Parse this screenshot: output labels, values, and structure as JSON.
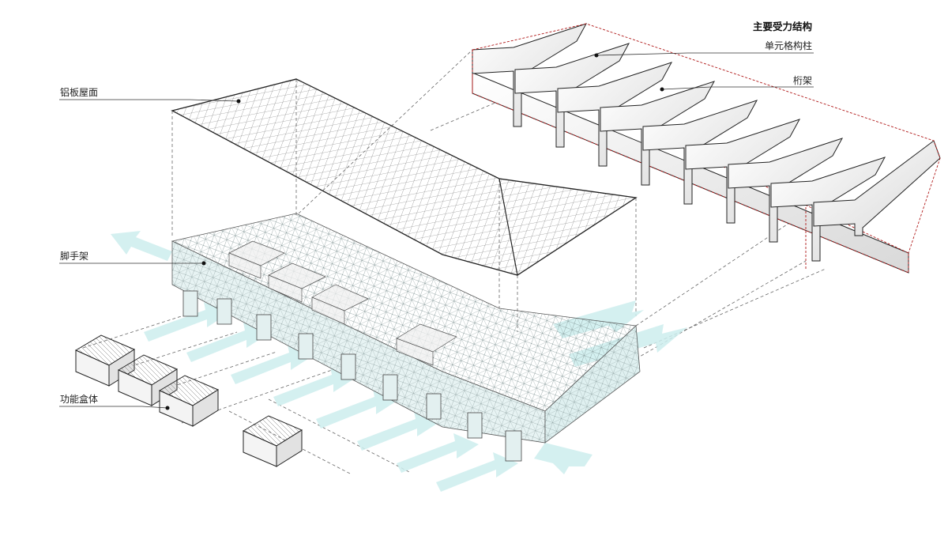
{
  "colors": {
    "flow_arrow": "#cdeeee",
    "roof_stroke": "#222222",
    "truss_outline": "#b01818",
    "scaffold_tint": "#d6eeee",
    "module_fill": "#f4f4f4"
  },
  "labels": {
    "section_title": "主要受力结构",
    "lattice_column": "单元格构柱",
    "purlin_frame": "桁架",
    "aluminum_roof": "铝板屋面",
    "scaffold": "脚手架",
    "function_box": "功能盒体"
  }
}
